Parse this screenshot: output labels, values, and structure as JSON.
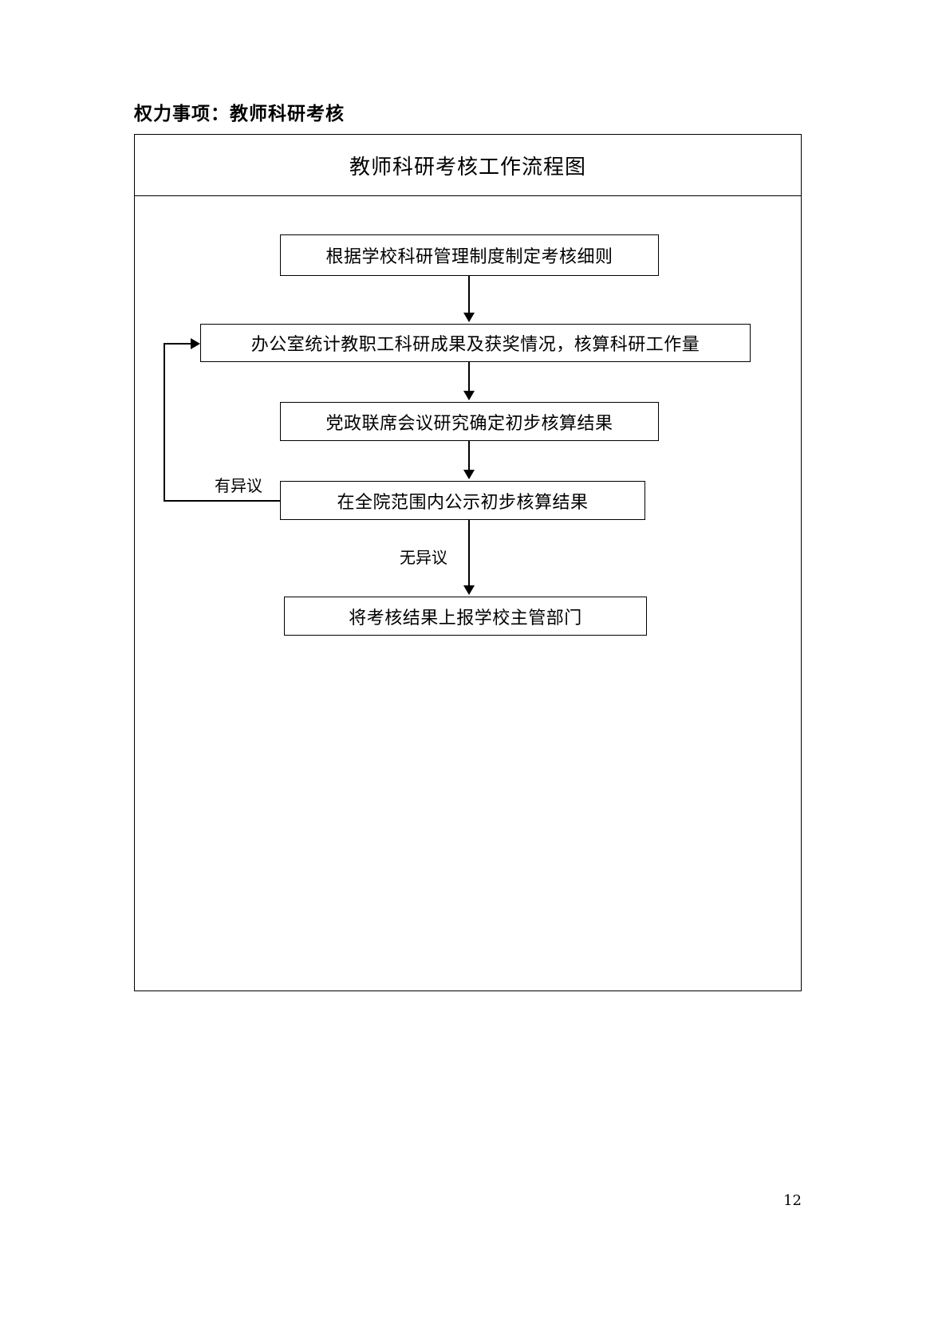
{
  "document": {
    "heading": "权力事项：教师科研考核",
    "page_number": "12"
  },
  "flowchart": {
    "title": "教师科研考核工作流程图",
    "nodes": [
      {
        "id": "n1",
        "label": "根据学校科研管理制度制定考核细则"
      },
      {
        "id": "n2",
        "label": "办公室统计教职工科研成果及获奖情况，核算科研工作量"
      },
      {
        "id": "n3",
        "label": "党政联席会议研究确定初步核算结果"
      },
      {
        "id": "n4",
        "label": "在全院范围内公示初步核算结果"
      },
      {
        "id": "n5",
        "label": "将考核结果上报学校主管部门"
      }
    ],
    "edge_labels": {
      "objection": "有异议",
      "no_objection": "无异议"
    },
    "colors": {
      "line": "#000000",
      "background": "#ffffff"
    }
  }
}
